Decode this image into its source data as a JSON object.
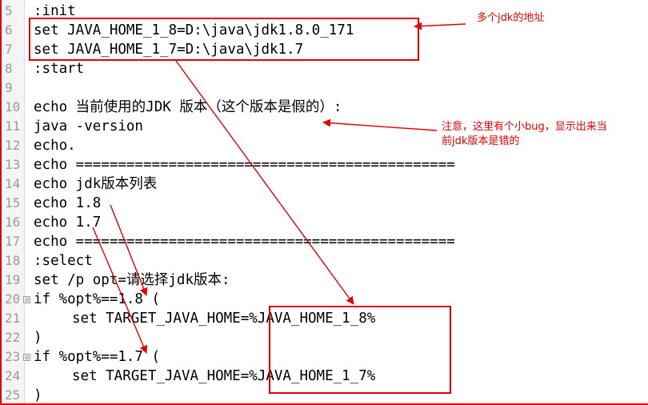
{
  "editor": {
    "lines": [
      {
        "num": "5",
        "text": ":init"
      },
      {
        "num": "6",
        "text": "set JAVA_HOME_1_8=D:\\java\\jdk1.8.0_171"
      },
      {
        "num": "7",
        "text": "set JAVA_HOME_1_7=D:\\java\\jdk1.7"
      },
      {
        "num": "8",
        "text": ":start"
      },
      {
        "num": "9",
        "text": ""
      },
      {
        "num": "10",
        "text": "echo 当前使用的JDK 版本（这个版本是假的）:"
      },
      {
        "num": "11",
        "text": "java -version"
      },
      {
        "num": "12",
        "text": "echo."
      },
      {
        "num": "13",
        "text": "echo ============================================="
      },
      {
        "num": "14",
        "text": "echo jdk版本列表"
      },
      {
        "num": "15",
        "text": "echo 1.8"
      },
      {
        "num": "16",
        "text": "echo 1.7"
      },
      {
        "num": "17",
        "text": "echo ============================================="
      },
      {
        "num": "18",
        "text": ":select"
      },
      {
        "num": "19",
        "text": "set /p opt=请选择jdk版本:"
      },
      {
        "num": "20",
        "text": "if %opt%==1.8 ("
      },
      {
        "num": "21",
        "text": "set TARGET_JAVA_HOME=%JAVA_HOME_1_8%"
      },
      {
        "num": "22",
        "text": ")"
      },
      {
        "num": "23",
        "text": "if %opt%==1.7 ("
      },
      {
        "num": "24",
        "text": "set TARGET_JAVA_HOME=%JAVA_HOME_1_7%"
      },
      {
        "num": "25",
        "text": ")"
      }
    ],
    "fold_marker": "⊟"
  },
  "annotations": {
    "note_addresses": "多个jdk的地址",
    "note_bug_line1": "注意，这里有个小bug，显示出来当",
    "note_bug_line2": "前jdk版本是错的"
  },
  "colors": {
    "annotation": "#e60000",
    "gutter_bg": "#f4f4f4",
    "line_number": "#9a9a9a",
    "code_text": "#000000"
  }
}
